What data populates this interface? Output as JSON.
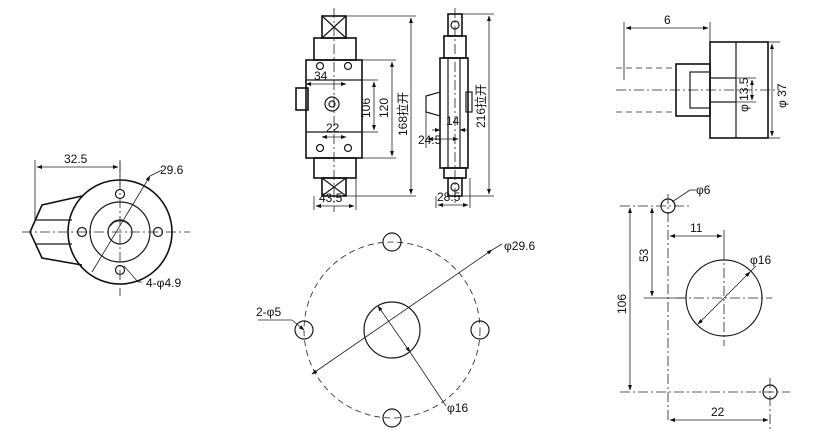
{
  "views": {
    "left_top_view": {
      "dim_width": "32.5",
      "dim_pcd": "29.6",
      "dim_holes": "4-φ4.9"
    },
    "center_front_view": {
      "dim_top_width": "34",
      "dim_slot": "22",
      "dim_bottom_width": "43.5",
      "dim_106": "106",
      "dim_120": "120",
      "dim_168": "168拉开"
    },
    "center_side_view": {
      "dim_14": "14",
      "dim_245": "24.5",
      "dim_285": "28.5",
      "dim_216": "216拉开"
    },
    "right_side_view": {
      "dim_6": "6",
      "dim_135": "φ 13.5",
      "dim_37": "φ 37"
    },
    "center_cutout_template": {
      "dim_pcd": "φ29.6",
      "dim_holes": "2-φ5",
      "dim_center": "φ16"
    },
    "right_cutout_template": {
      "dim_hole": "φ6",
      "dim_11": "11",
      "dim_center": "φ16",
      "dim_53": "53",
      "dim_106": "106",
      "dim_22": "22"
    }
  }
}
